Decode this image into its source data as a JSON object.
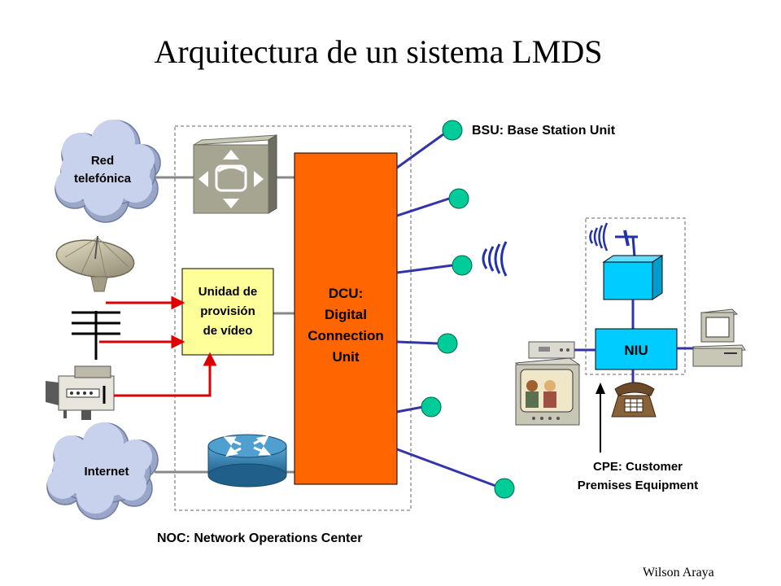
{
  "title": "Arquitectura de un sistema LMDS",
  "clouds": {
    "phone_network": [
      "Red",
      "telefónica"
    ],
    "internet": [
      "Internet"
    ]
  },
  "video_unit": [
    "Unidad de",
    "provisión",
    "de vídeo"
  ],
  "dcu": [
    "DCU:",
    "Digital",
    "Connection",
    "Unit"
  ],
  "bsu_label": "BSU: Base Station Unit",
  "noc_label": "NOC: Network Operations Center",
  "niu_label": "NIU",
  "cpe_label": [
    "CPE: Customer",
    "Premises Equipment"
  ],
  "author": "Wilson Araya",
  "colors": {
    "dcu": "#FF6600",
    "video_unit": "#FFFF99",
    "bsu_node": "#00CC99",
    "cpe_box": "#00CCFF",
    "niu_box": "#00CCFF",
    "link_blue": "#3333AA",
    "video_red": "#DD0000",
    "switch_gray": "#9E9E8C",
    "router_blue": "#2E7FB0"
  }
}
